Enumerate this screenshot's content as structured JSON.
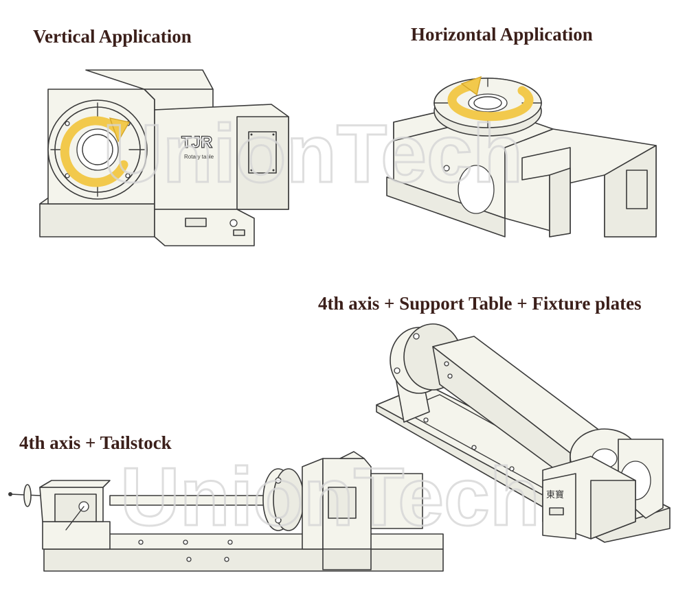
{
  "captions": {
    "vertical": "Vertical Application",
    "horizontal": "Horizontal Application",
    "support": "4th axis + Support Table + Fixture plates",
    "tailstock": "4th axis + Tailstock"
  },
  "watermark": "UnionTech",
  "labels": {
    "brand_logo": "TJR",
    "brand_sub": "Rotary table",
    "chinese_mark": "東寶"
  },
  "colors": {
    "caption_text": "#3b1f1a",
    "rotation_arrow": "#f2c94c",
    "rotation_arrow_edge": "#d4a62a",
    "line_art": "#3a3a3a",
    "part_fill": "#f4f4ec"
  }
}
